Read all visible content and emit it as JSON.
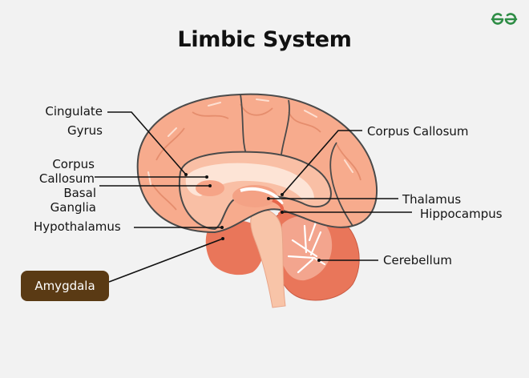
{
  "title": "Limbic System",
  "logo": {
    "icon": "geeksforgeeks-logo-icon",
    "color": "#2f8d46"
  },
  "colors": {
    "background": "#f2f2f2",
    "cortex": "#f7ab8d",
    "cortex_outline": "#4a4a4a",
    "cerebellum": "#e9765a",
    "brainstem": "#f8c4a8",
    "amygdala_badge": "#5a3a14"
  },
  "labels": {
    "cingulate_gyrus": [
      "Cingulate",
      "Gyrus"
    ],
    "corpus_callosum_left": [
      "Corpus",
      "Callosum"
    ],
    "basal_ganglia": [
      "Basal",
      "Ganglia"
    ],
    "hypothalamus": "Hypothalamus",
    "amygdala": "Amygdala",
    "corpus_callosum_right": "Corpus Callosum",
    "thalamus": "Thalamus",
    "hippocampus": "Hippocampus",
    "cerebellum": "Cerebellum"
  }
}
